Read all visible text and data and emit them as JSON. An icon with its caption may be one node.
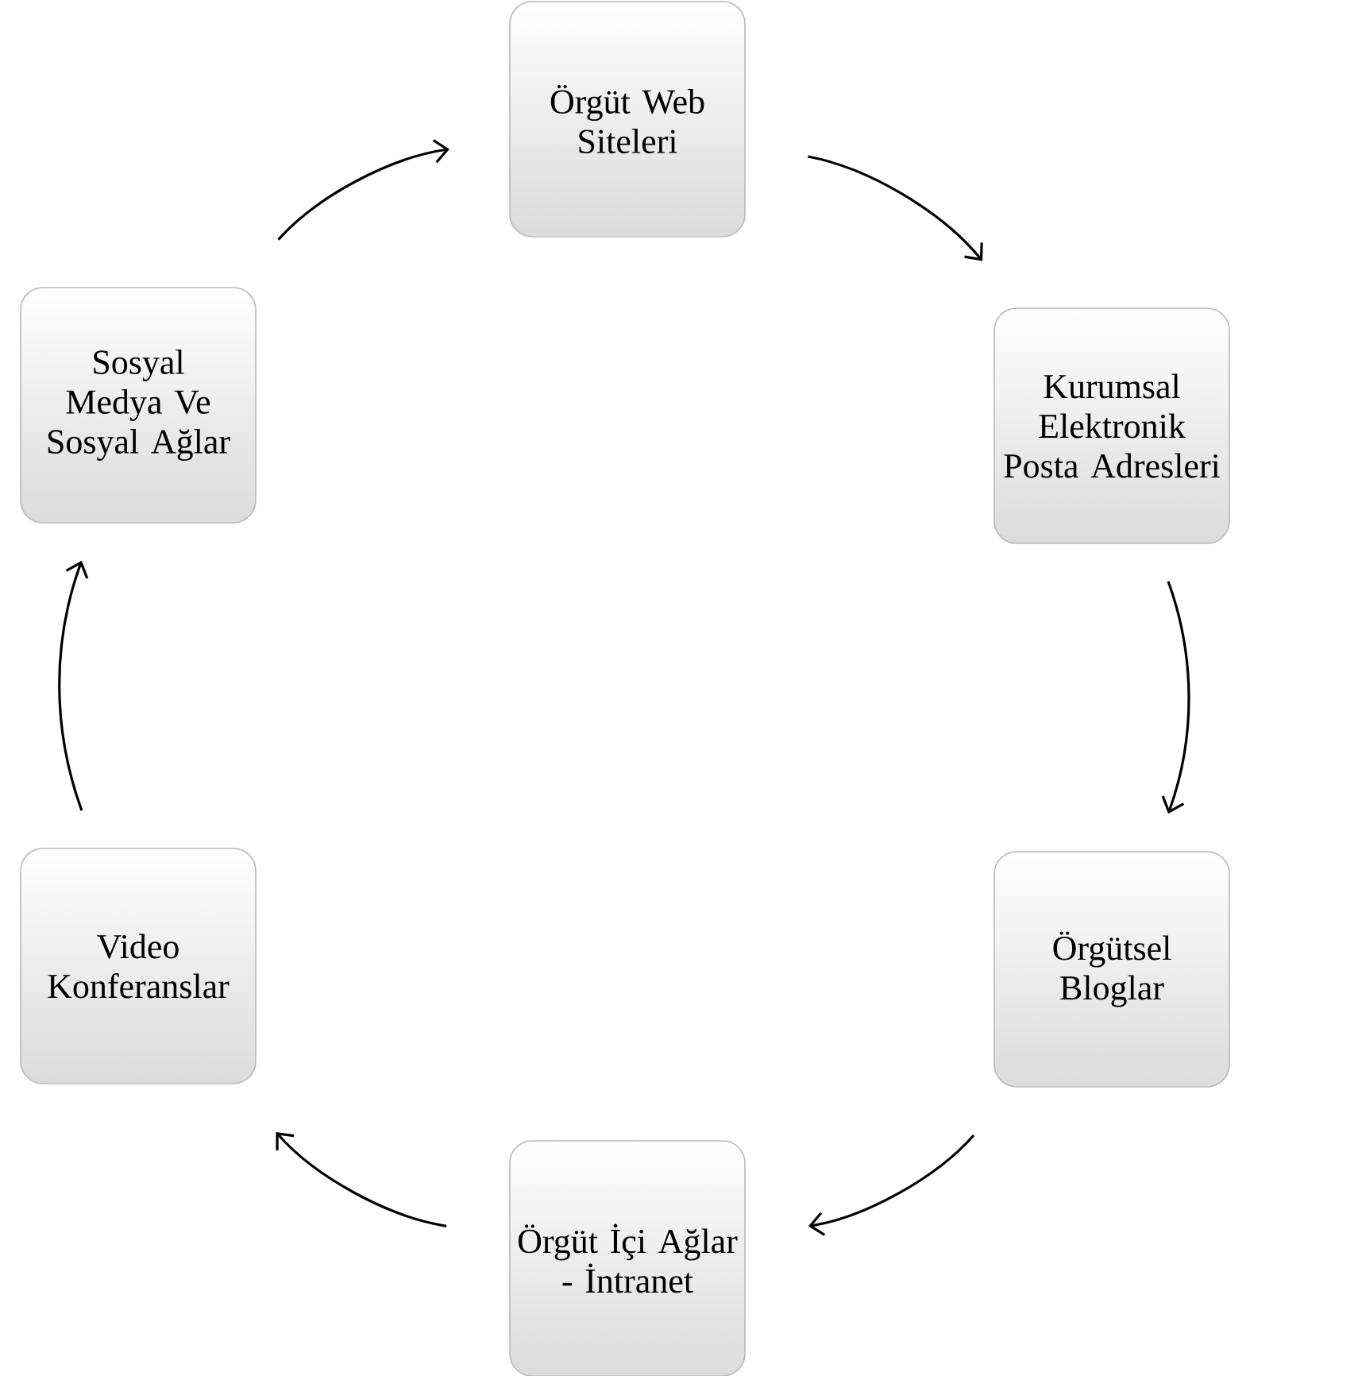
{
  "diagram": {
    "nodes": [
      {
        "text": [
          "Örgüt Web Siteleri"
        ]
      },
      {
        "text": [
          "Kurumsal Elektronik Posta Adresleri"
        ]
      },
      {
        "text": [
          "Örgütsel Bloglar"
        ]
      },
      {
        "text": [
          "Örgüt İçi Ağlar - İntranet"
        ]
      },
      {
        "text": [
          "Video Konferanslar"
        ]
      },
      {
        "text": [
          "Sosyal Medya Ve Sosyal Ağlar"
        ]
      }
    ],
    "edges": [
      {
        "from": 0,
        "to": 1,
        "arrow": "to"
      },
      {
        "from": 1,
        "to": 2,
        "arrow": "to"
      },
      {
        "from": 2,
        "to": 3,
        "arrow": "to"
      },
      {
        "from": 3,
        "to": 4,
        "arrow": "to"
      },
      {
        "from": 4,
        "to": 5,
        "arrow": "to"
      },
      {
        "from": 5,
        "to": 0,
        "arrow": "to"
      }
    ]
  }
}
